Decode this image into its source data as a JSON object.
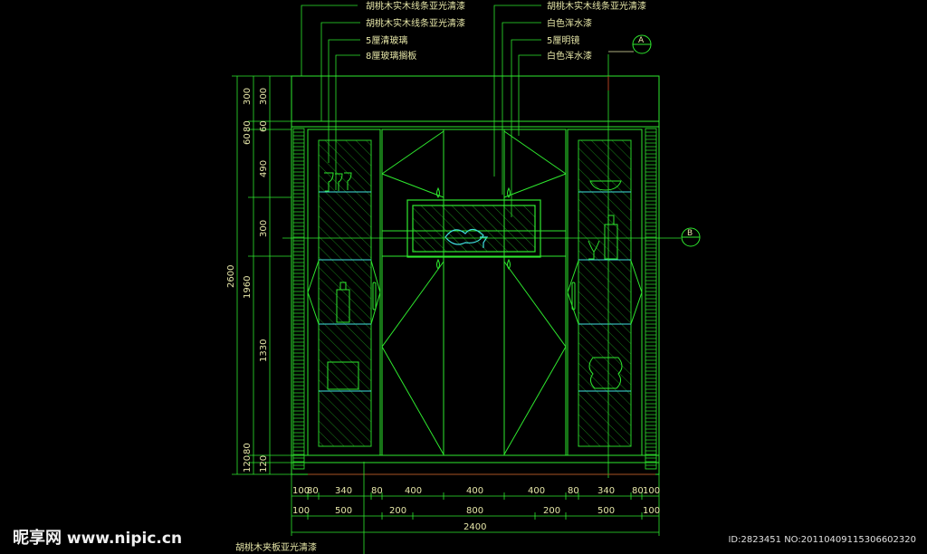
{
  "labels": {
    "left": [
      "胡桃木实木线条亚光清漆",
      "胡桃木实木线条亚光清漆",
      "5厘清玻璃",
      "8厘玻璃搁板"
    ],
    "right": [
      "胡桃木实木线条亚光清漆",
      "白色浑水漆",
      "5厘明镜",
      "白色浑水漆"
    ],
    "bottom": "胡桃木夹板亚光清漆"
  },
  "refs": {
    "a": "A",
    "b": "B"
  },
  "dims": {
    "vertical_outer": "2600",
    "vertical_inner": [
      "300",
      "80",
      "60",
      "490",
      "300",
      "1960",
      "1330",
      "120",
      "80"
    ],
    "vertical_edge": [
      "300",
      "60",
      "120"
    ],
    "horizontal_top": [
      "100",
      "80",
      "340",
      "80",
      "400",
      "400",
      "400",
      "80",
      "340",
      "80",
      "100"
    ],
    "horizontal_mid": [
      "100",
      "500",
      "200",
      "800",
      "200",
      "500",
      "100"
    ],
    "total": "2400"
  },
  "watermark": {
    "logo": "昵享网",
    "url": "www.nipic.cn",
    "id": "ID:2823451 NO:20110409115306602320"
  },
  "colors": {
    "green": "#2ee82e",
    "cyan": "#40e0e0",
    "yellow": "#e6e6a8",
    "red": "#d02020"
  }
}
